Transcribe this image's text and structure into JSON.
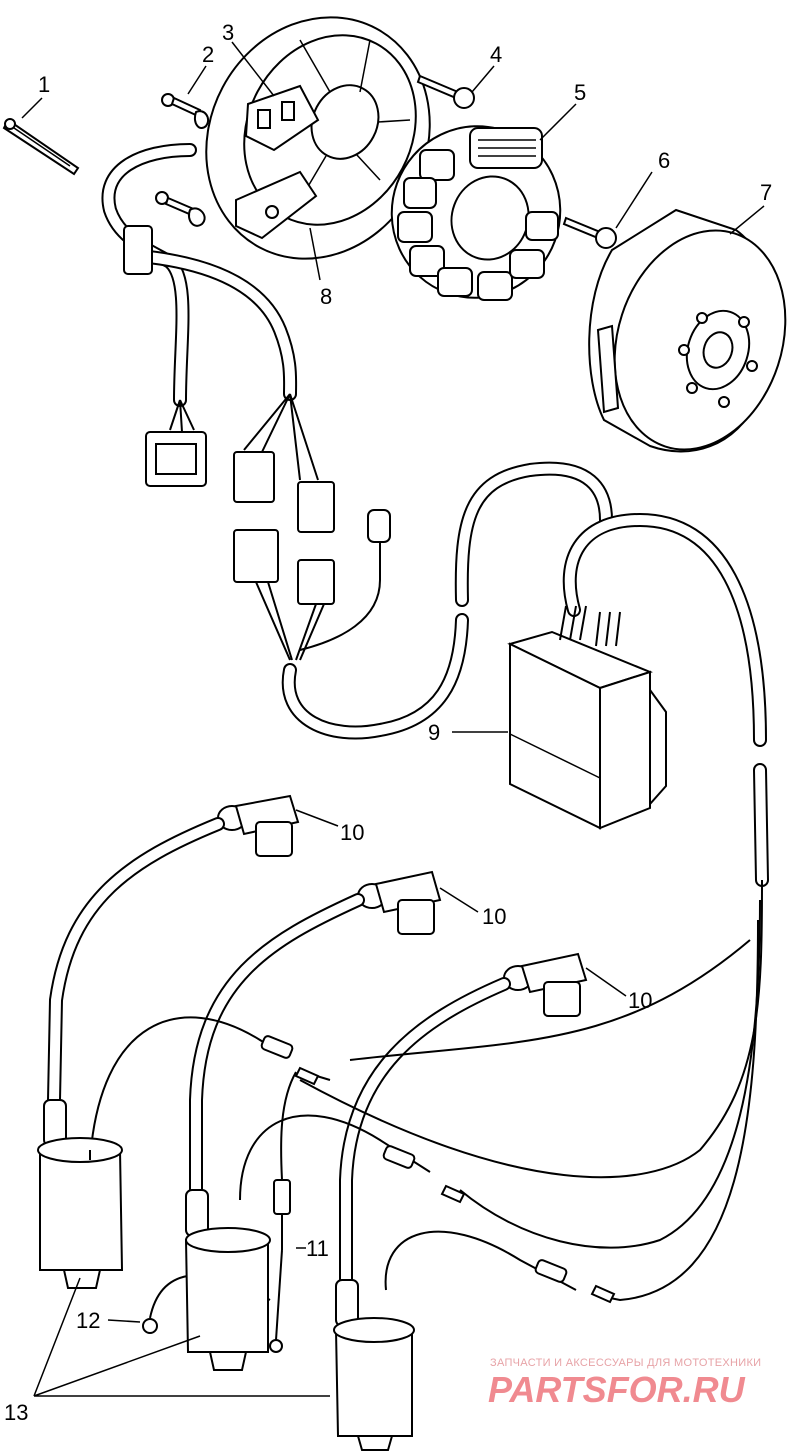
{
  "callouts": {
    "c1": "1",
    "c2": "2",
    "c3": "3",
    "c4": "4",
    "c5": "5",
    "c6": "6",
    "c7": "7",
    "c8": "8",
    "c9": "9",
    "c10a": "10",
    "c10b": "10",
    "c10c": "10",
    "c11": "11",
    "c12": "12",
    "c13": "13"
  },
  "watermark": {
    "tagline": "ЗАПЧАСТИ И АКСЕССУАРЫ ДЛЯ МОТОТЕХНИКИ",
    "logo": "PARTSFOR.RU"
  },
  "colors": {
    "line": "#000000",
    "background": "#ffffff",
    "watermark": "#f08a90"
  }
}
